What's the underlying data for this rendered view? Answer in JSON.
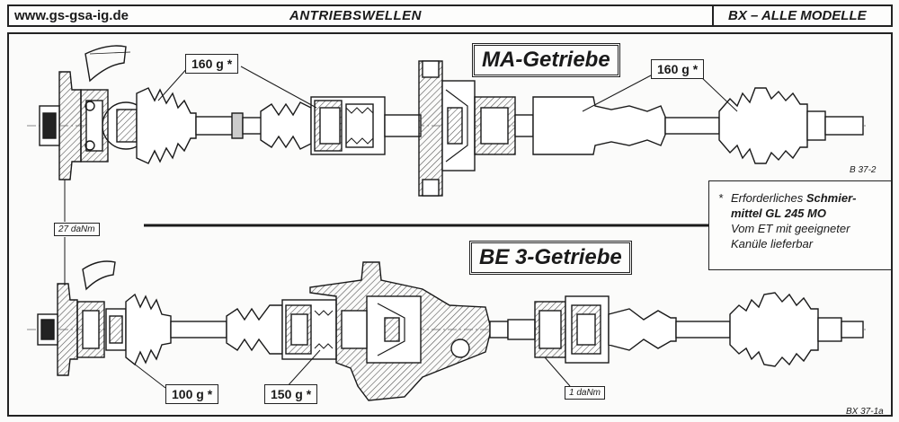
{
  "header": {
    "url": "www.gs-gsa-ig.de",
    "title": "ANTRIEBSWELLEN",
    "model": "BX – ALLE MODELLE"
  },
  "ma": {
    "title": "MA-Getriebe",
    "grease_left": "160 g *",
    "grease_right": "160 g *",
    "ref": "B 37-2"
  },
  "be": {
    "title": "BE 3-Getriebe",
    "grease_left": "100 g *",
    "grease_mid": "150 g *",
    "torque": "1 daNm",
    "ref": "BX 37-1a"
  },
  "torque_hub": "27 daNm",
  "note": {
    "star": "*",
    "line1": "Erforderliches",
    "line1_bold": "Schmier-",
    "line2_bold": "mittel GL 245 MO",
    "line3": "Vom ET mit geeigneter",
    "line4": "Kanüle lieferbar"
  },
  "colors": {
    "ink": "#1a1a1a",
    "paper": "#fbfbfa",
    "shade": "#9a9a9a"
  }
}
